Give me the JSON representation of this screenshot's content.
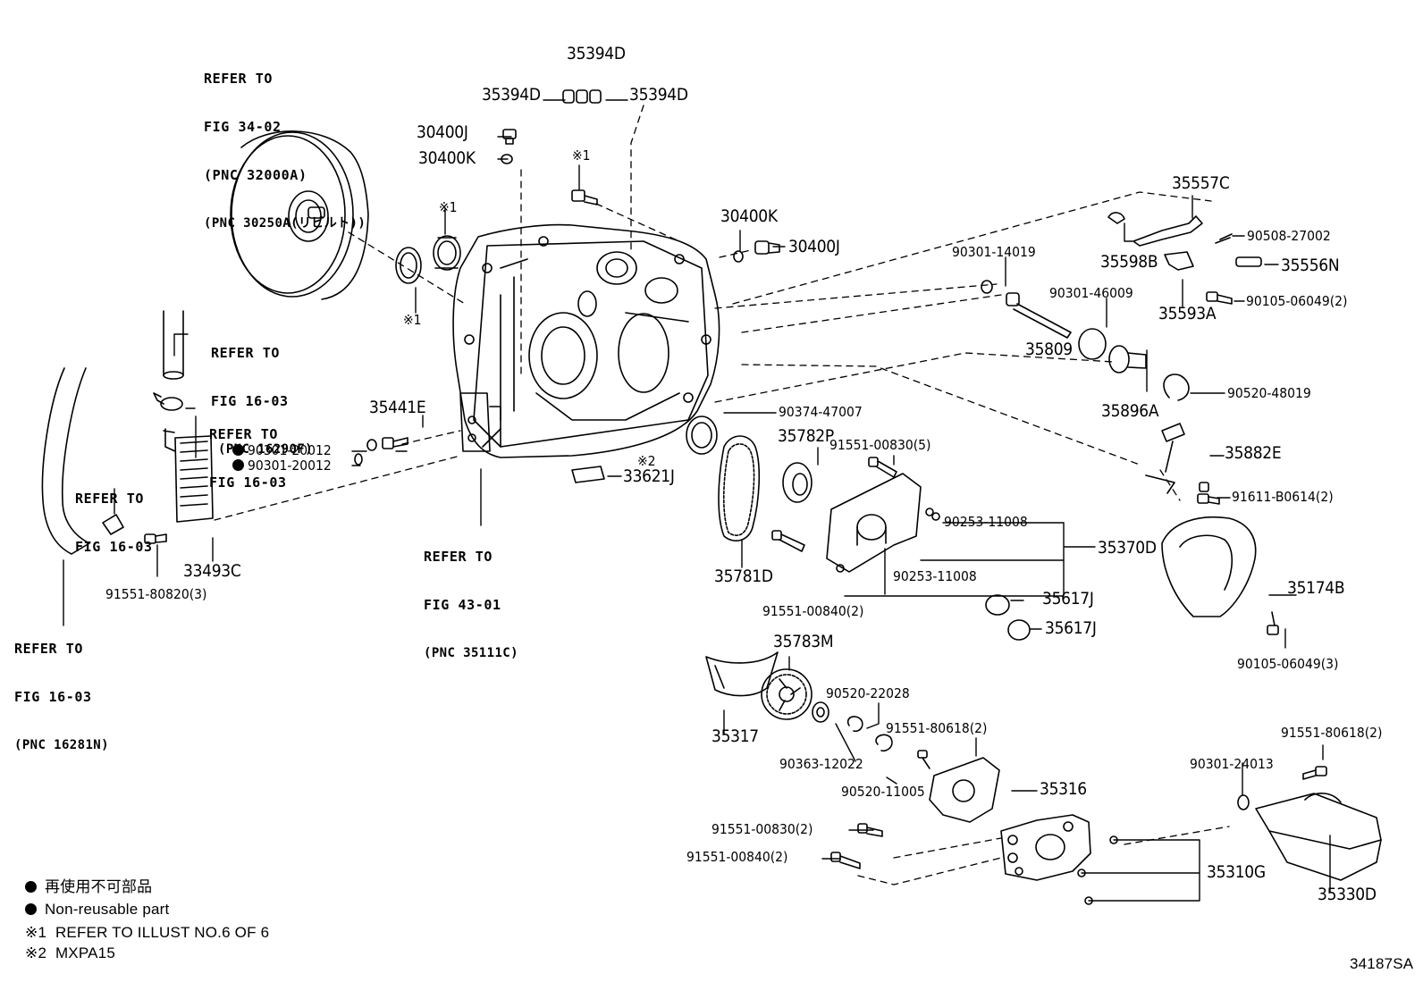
{
  "colors": {
    "ink": "#000000",
    "paper": "#ffffff"
  },
  "refs": {
    "r_34_02": {
      "line1": "REFER TO",
      "line2": "FIG 34-02",
      "line3": "(PNC 32000A)",
      "line4": "(PNC 30250A(リビルト))"
    },
    "r_16_03_a": {
      "line1": "REFER TO",
      "line2": "FIG 16-03",
      "line3": "(PNC 16290F)"
    },
    "r_16_03_b": {
      "line1": "REFER TO",
      "line2": "FIG 16-03"
    },
    "r_16_03_c": {
      "line1": "REFER TO",
      "line2": "FIG 16-03"
    },
    "r_16_03_d": {
      "line1": "REFER TO",
      "line2": "FIG 16-03",
      "line3": "(PNC 16281N)"
    },
    "r_43_01": {
      "line1": "REFER TO",
      "line2": "FIG 43-01",
      "line3": "(PNC 35111C)"
    }
  },
  "parts": {
    "p35394D_top": "35394D",
    "p35394D_left": "35394D",
    "p35394D_right": "35394D",
    "p30400J_a": "30400J",
    "p30400K_a": "30400K",
    "mark1_a": "※1",
    "mark1_b": "※1",
    "mark1_c": "※1",
    "p30400K_b": "30400K",
    "p30400J_b": "30400J",
    "p35557C": "35557C",
    "p90508_27002": "90508-27002",
    "p35598B": "35598B",
    "p35556N": "35556N",
    "p90301_14019": "90301-14019",
    "p90105_06049_2": "90105-06049(2)",
    "p35593A": "35593A",
    "p90301_46009": "90301-46009",
    "p35809": "35809",
    "p90520_48019": "90520-48019",
    "p35896A": "35896A",
    "p35441E": "35441E",
    "p90374_47007": "90374-47007",
    "p90301_20012_a": "90301-20012",
    "p90301_20012_b": "90301-20012",
    "p35782P": "35782P",
    "p91551_00830_5": "91551-00830(5)",
    "p35882E": "35882E",
    "mark2": "※2",
    "p33621J": "33621J",
    "p91611_B0614_2": "91611-B0614(2)",
    "p90253_11008_a": "90253-11008",
    "p35370D": "35370D",
    "p33493C": "33493C",
    "p90253_11008_b": "90253-11008",
    "p35781D": "35781D",
    "p91551_80820_3": "91551-80820(3)",
    "p35617J_a": "35617J",
    "p35174B": "35174B",
    "p91551_00840_2a": "91551-00840(2)",
    "p35617J_b": "35617J",
    "p35783M": "35783M",
    "p90105_06049_3": "90105-06049(3)",
    "p90520_22028": "90520-22028",
    "p91551_80618_2a": "91551-80618(2)",
    "p91551_80618_2b": "91551-80618(2)",
    "p35317": "35317",
    "p90363_12022": "90363-12022",
    "p90301_24013": "90301-24013",
    "p35316": "35316",
    "p90520_11005": "90520-11005",
    "p91551_00830_2": "91551-00830(2)",
    "p91551_00840_2b": "91551-00840(2)",
    "p35310G": "35310G",
    "p35330D": "35330D"
  },
  "legend": {
    "ja": "再使用不可部品",
    "en": "Non-reusable part",
    "note1": "※1  REFER TO ILLUST NO.6 OF 6",
    "note2": "※2  MXPA15"
  },
  "illustration_id": "34187SA"
}
